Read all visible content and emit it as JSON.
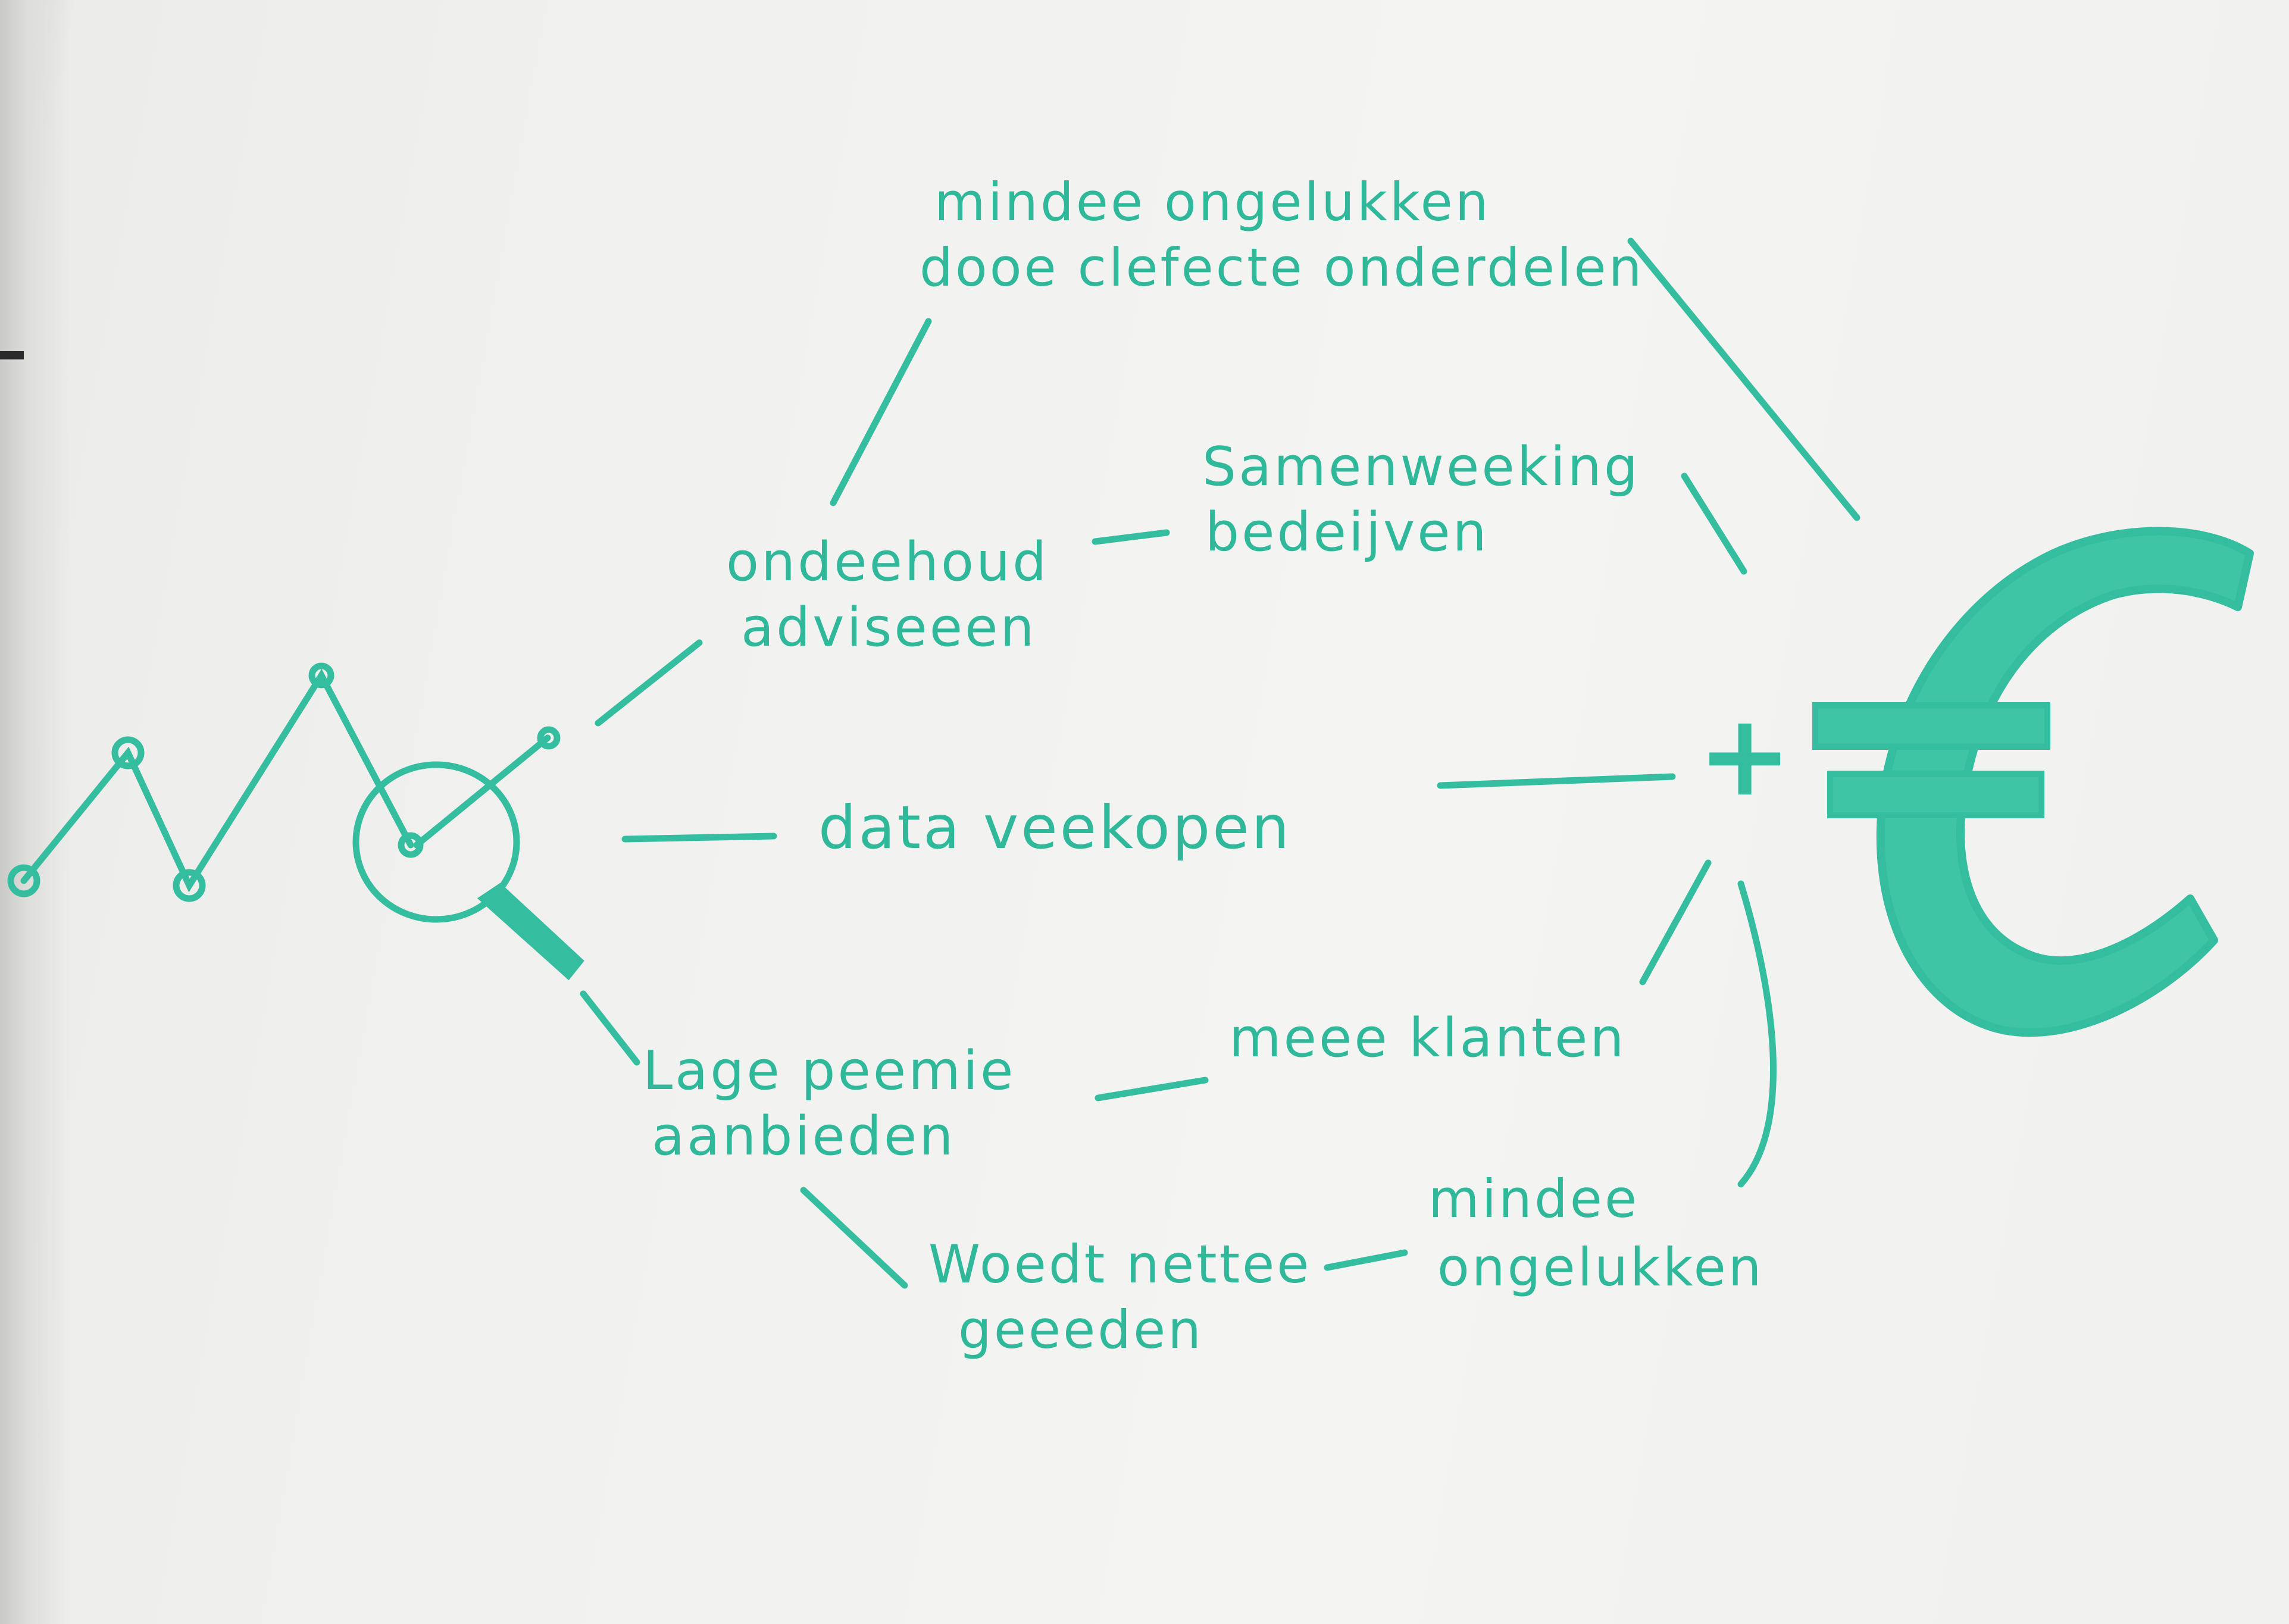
{
  "colors": {
    "marker": "#2fb99a",
    "marker_fill": "#3fc4a5",
    "paper": "#f2f2f0"
  },
  "icons": {
    "graph": "line-chart-icon",
    "magnifier": "magnifying-glass-icon",
    "plus": "plus-icon",
    "euro": "euro-icon"
  },
  "nodes": {
    "minder_ongelukken_defect": [
      "mindee ongelukken",
      "dooe clefecte onderdelen"
    ],
    "onderhoud_adviseren": [
      "ondeehoud",
      "adviseeen"
    ],
    "samenwerking": [
      "Samenweeking",
      "bedeijven"
    ],
    "data_verkopen": [
      "data veekopen"
    ],
    "lage_premie": [
      "Lage peemie",
      "aanbieden"
    ],
    "meer_klanten": [
      "meee klanten"
    ],
    "wordt_netter": [
      "Woedt nettee",
      "geeeden"
    ],
    "minder_ongelukken": [
      "mindee",
      "ongelukken"
    ]
  },
  "result": {
    "plus": "+",
    "euro": "€"
  }
}
